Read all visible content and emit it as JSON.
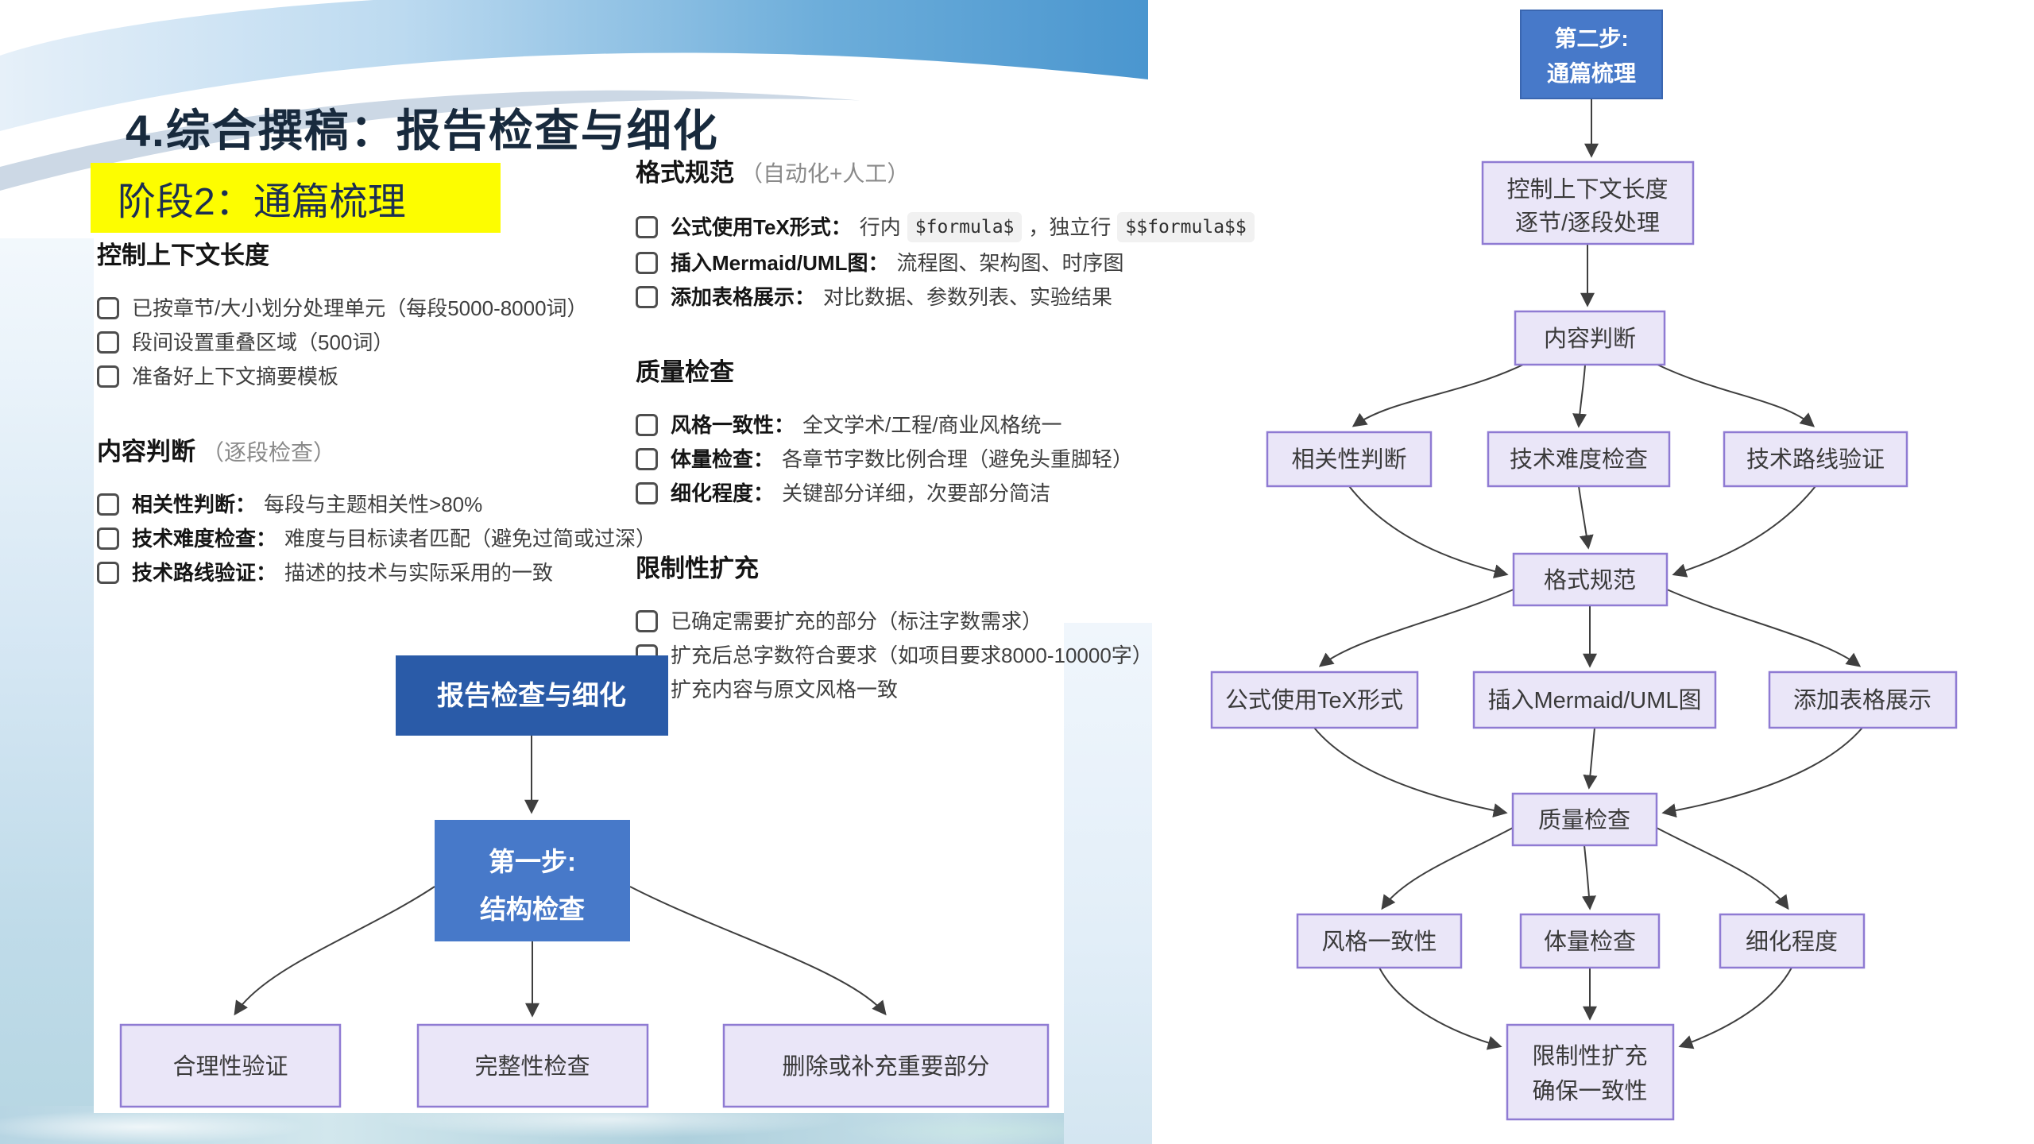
{
  "header": {
    "title": "4.综合撰稿：报告检查与细化",
    "phase": "阶段2：通篇梳理"
  },
  "colors": {
    "highlight_yellow": "#fdfd00",
    "title_navy": "#182a3d",
    "dark_blue_node": "#2a5ba8",
    "mid_blue_node": "#4779c9",
    "lavender_fill": "#eae6f8",
    "lavender_border": "#8f7bd3",
    "band_blue": "#4a96cf"
  },
  "checklists": {
    "left": [
      {
        "heading": "控制上下文长度",
        "note": "",
        "items": [
          {
            "text": "已按章节/大小划分处理单元（每段5000-8000词）"
          },
          {
            "text": "段间设置重叠区域（500词）"
          },
          {
            "text": "准备好上下文摘要模板"
          }
        ]
      },
      {
        "heading": "内容判断",
        "note": "（逐段检查）",
        "items": [
          {
            "lead": "相关性判断：",
            "text": "每段与主题相关性>80%"
          },
          {
            "lead": "技术难度检查：",
            "text": "难度与目标读者匹配（避免过简或过深）"
          },
          {
            "lead": "技术路线验证：",
            "text": "描述的技术与实际采用的一致"
          }
        ]
      }
    ],
    "right": [
      {
        "heading": "格式规范",
        "note": "（自动化+人工）",
        "items": [
          {
            "lead": "公式使用TeX形式：",
            "text": "行内",
            "code1": "$formula$",
            "text2": "，独立行",
            "code2": "$$formula$$"
          },
          {
            "lead": "插入Mermaid/UML图：",
            "text": "流程图、架构图、时序图"
          },
          {
            "lead": "添加表格展示：",
            "text": "对比数据、参数列表、实验结果"
          }
        ]
      },
      {
        "heading": "质量检查",
        "note": "",
        "items": [
          {
            "lead": "风格一致性：",
            "text": "全文学术/工程/商业风格统一"
          },
          {
            "lead": "体量检查：",
            "text": "各章节字数比例合理（避免头重脚轻）"
          },
          {
            "lead": "细化程度：",
            "text": "关键部分详细，次要部分简洁"
          }
        ]
      },
      {
        "heading": "限制性扩充",
        "note": "",
        "items": [
          {
            "text": "已确定需要扩充的部分（标注字数需求）"
          },
          {
            "text": "扩充后总字数符合要求（如项目要求8000-10000字）"
          },
          {
            "text": "扩充内容与原文风格一致"
          }
        ]
      }
    ]
  },
  "flow_left": {
    "root": "报告检查与细化",
    "step_line1": "第一步:",
    "step_line2": "结构检查",
    "child1": "合理性验证",
    "child2": "完整性检查",
    "child3": "删除或补充重要部分"
  },
  "flow_right": {
    "root_line1": "第二步:",
    "root_line2": "通篇梳理",
    "ctx_line1": "控制上下文长度",
    "ctx_line2": "逐节/逐段处理",
    "judge": "内容判断",
    "r1a": "相关性判断",
    "r1b": "技术难度检查",
    "r1c": "技术路线验证",
    "fmt": "格式规范",
    "r2a": "公式使用TeX形式",
    "r2b": "插入Mermaid/UML图",
    "r2c": "添加表格展示",
    "qual": "质量检查",
    "r3a": "风格一致性",
    "r3b": "体量检查",
    "r3c": "细化程度",
    "fin_line1": "限制性扩充",
    "fin_line2": "确保一致性"
  }
}
